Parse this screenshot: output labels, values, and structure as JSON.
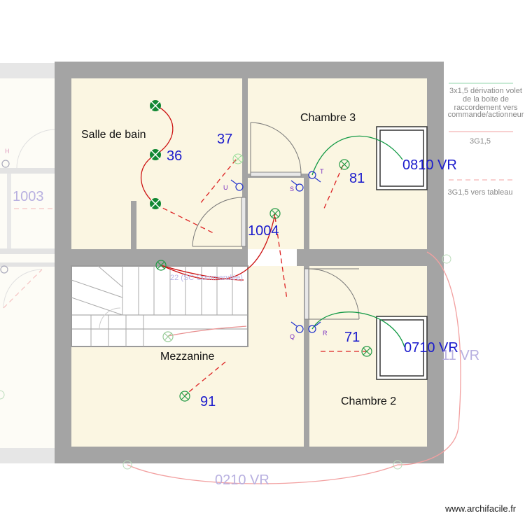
{
  "rooms": {
    "salle_de_bain": "Salle de bain",
    "chambre3": "Chambre 3",
    "mezzanine": "Mezzanine",
    "chambre2": "Chambre 2"
  },
  "circuit_labels": {
    "c36": "36",
    "c37": "37",
    "c1004": "1004",
    "c81": "81",
    "c0810vr": "0810 VR",
    "c71": "71",
    "c0710vr": "0710 VR",
    "c91": "91",
    "c0210vr": "0210 VR",
    "c1003": "1003",
    "c11vr_partial": "11 VR"
  },
  "switch_letters": {
    "u": "U",
    "s": "S",
    "t": "T",
    "q": "Q",
    "r": "R",
    "h": "H"
  },
  "annotation": "22 (SC Commandée)",
  "legend": {
    "item1": [
      "3x1,5 dérivation volet",
      "de la boite de",
      "raccordement vers",
      "commande/actionneur"
    ],
    "item2": "3G1,5",
    "item3": "3G1,5 vers tableau"
  },
  "credit": "www.archifacile.fr",
  "colors": {
    "wall": "#a4a4a4",
    "floor": "#fbf6e2",
    "accent_blue": "#1a1acc",
    "wire_red": "#cc1111",
    "wire_green": "#119944",
    "dashed_red": "#dd2222",
    "switch_blue": "#2233cc"
  }
}
